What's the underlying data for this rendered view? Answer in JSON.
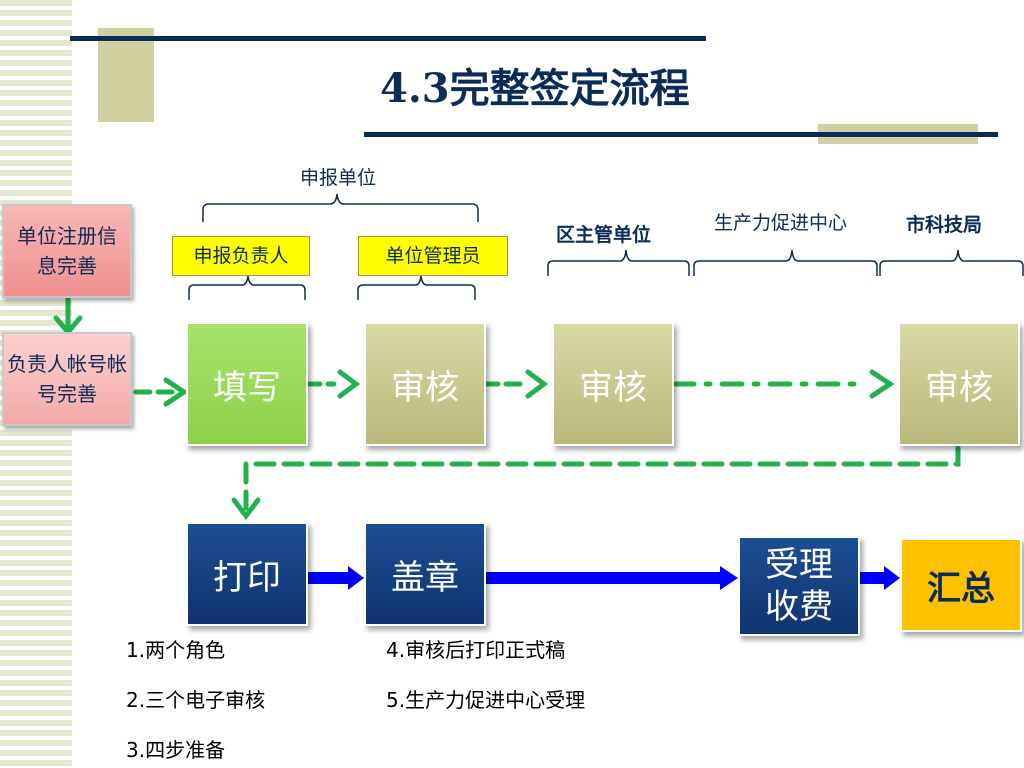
{
  "title": "4.3完整签定流程",
  "group_labels": {
    "applicant_unit": "申报单位",
    "district_authority": "区主管单位",
    "productivity_center": "生产力促进中心",
    "city_bureau": "市科技局"
  },
  "roles": {
    "applicant_lead": "申报负责人",
    "unit_admin": "单位管理员"
  },
  "prep_steps": {
    "step1": "单位注册信息完善",
    "step2": "负责人帐号帐号完善"
  },
  "flow_row1": {
    "fill": "填写",
    "review1": "审核",
    "review2": "审核",
    "review3": "审核"
  },
  "flow_row2": {
    "print": "打印",
    "stamp": "盖章",
    "accept": "受理收费",
    "summary": "汇总"
  },
  "notes": [
    "1.两个角色",
    "2.三个电子审核",
    "3.四步准备",
    "4.审核后打印正式稿",
    "5.生产力促进中心受理"
  ],
  "colors": {
    "navy": "#0d2b57",
    "green_arrow": "#22b14c",
    "blue_arrow": "#0000ff",
    "fill_box": "#8cd14a",
    "review_box": "#c8c890",
    "dark_box": "#123a7a",
    "summary_box": "#ffc000",
    "role_box": "#ffff00"
  }
}
